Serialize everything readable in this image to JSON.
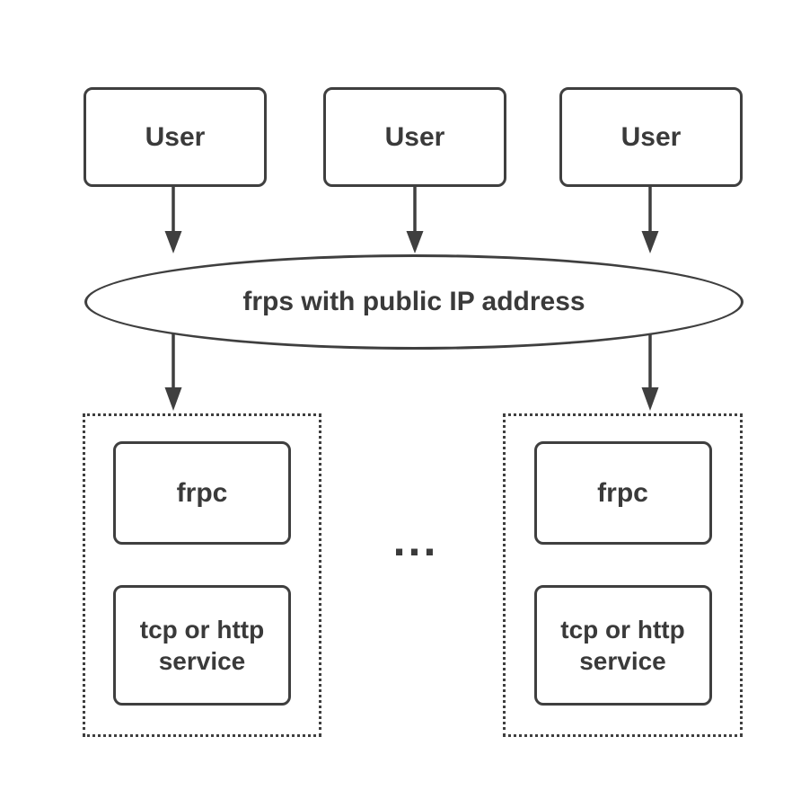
{
  "diagram": {
    "users": [
      {
        "label": "User"
      },
      {
        "label": "User"
      },
      {
        "label": "User"
      }
    ],
    "server": {
      "label": "frps with public IP address"
    },
    "clients": [
      {
        "frpc_label": "frpc",
        "service_label": "tcp or http service"
      },
      {
        "frpc_label": "frpc",
        "service_label": "tcp or http service"
      }
    ],
    "ellipsis": "...",
    "colors": {
      "stroke": "#3f3f3f",
      "text": "#3a3a3a",
      "background": "#ffffff"
    }
  }
}
